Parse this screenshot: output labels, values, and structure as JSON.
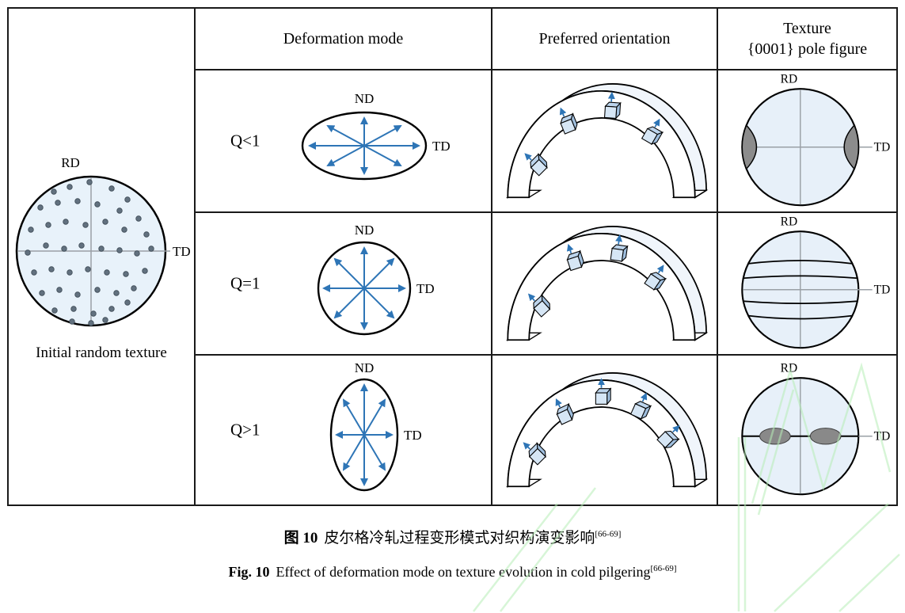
{
  "table": {
    "headers": {
      "deformation_mode": "Deformation mode",
      "preferred_orientation": "Preferred orientation",
      "texture_line1": "Texture",
      "texture_line2": "{0001} pole figure"
    },
    "initial": {
      "rd_label": "RD",
      "td_label": "TD",
      "caption": "Initial random texture"
    },
    "rows": [
      {
        "q_label": "Q<1",
        "nd_label": "ND",
        "td_label": "TD",
        "pole_rd_label": "RD",
        "pole_td_label": "TD"
      },
      {
        "q_label": "Q=1",
        "nd_label": "ND",
        "td_label": "TD",
        "pole_rd_label": "RD",
        "pole_td_label": "TD"
      },
      {
        "q_label": "Q>1",
        "nd_label": "ND",
        "td_label": "TD",
        "pole_rd_label": "RD",
        "pole_td_label": "TD"
      }
    ]
  },
  "captions": {
    "zh_label": "图 10",
    "zh_text": "皮尔格冷轧过程变形模式对织构演变影响",
    "zh_ref": "[66-69]",
    "en_label": "Fig. 10",
    "en_text": "Effect of deformation mode on texture evolution in cold pilgering",
    "en_ref": "[66-69]"
  },
  "colors": {
    "arrow_blue": "#2e75b6",
    "pole_fill": "#e7f0f9",
    "intensity_gray": "#8c8c8c",
    "watermark_green": "#b7eeb7"
  }
}
